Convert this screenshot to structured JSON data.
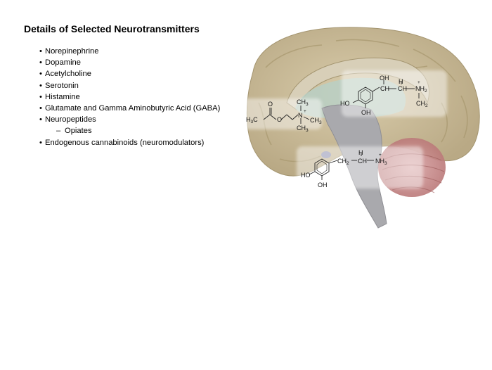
{
  "title": "Details of Selected Neurotransmitters",
  "bullets": [
    {
      "text": "Norepinephrine",
      "level": 1
    },
    {
      "text": "Dopamine",
      "level": 1
    },
    {
      "text": "Acetylcholine",
      "level": 1
    },
    {
      "text": "Serotonin",
      "level": 1
    },
    {
      "text": "Histamine",
      "level": 1
    },
    {
      "text": "Glutamate and Gamma Aminobutyric Acid (GABA)",
      "level": 1
    },
    {
      "text": "Neuropeptides",
      "level": 1
    },
    {
      "text": "Opiates",
      "level": 2
    },
    {
      "text": "Endogenous cannabinoids (neuromodulators)",
      "level": 1
    }
  ],
  "bullet_markers": {
    "level1": "•",
    "level2": "–"
  },
  "figure": {
    "acetylcholine": {
      "h3c": "H",
      "h3c_sub": "3",
      "h3c_c": "C",
      "o": "O",
      "ch3_top": "CH",
      "ch3_top_sub": "3",
      "n": "N",
      "plus": "+",
      "ch3_right": "CH",
      "ch3_right_sub": "3",
      "ch3_bottom": "CH",
      "ch3_bottom_sub": "3"
    },
    "norepinephrine": {
      "oh_top": "OH",
      "ho": "HO",
      "oh_ring": "OH",
      "ch1": "CH",
      "h": "H",
      "ch2": "CH",
      "nh2": "NH",
      "nh2_sub": "2",
      "plus": "+",
      "ch3": "CH",
      "ch3_sub": "2"
    },
    "dopamine": {
      "ch2": "CH",
      "ch2_sub": "2",
      "h": "H",
      "ch": "CH",
      "nh3": "NH",
      "nh3_sub": "3",
      "plus": "+",
      "ho": "HO",
      "oh": "OH"
    }
  },
  "colors": {
    "cortex": "#cdbf9e",
    "corpus_callosum": "#d8cfb8",
    "thalamus_tint": "#b8cfc4",
    "brainstem": "#a9a9ad",
    "cerebellum": "#c98b8b",
    "text": "#000000"
  }
}
